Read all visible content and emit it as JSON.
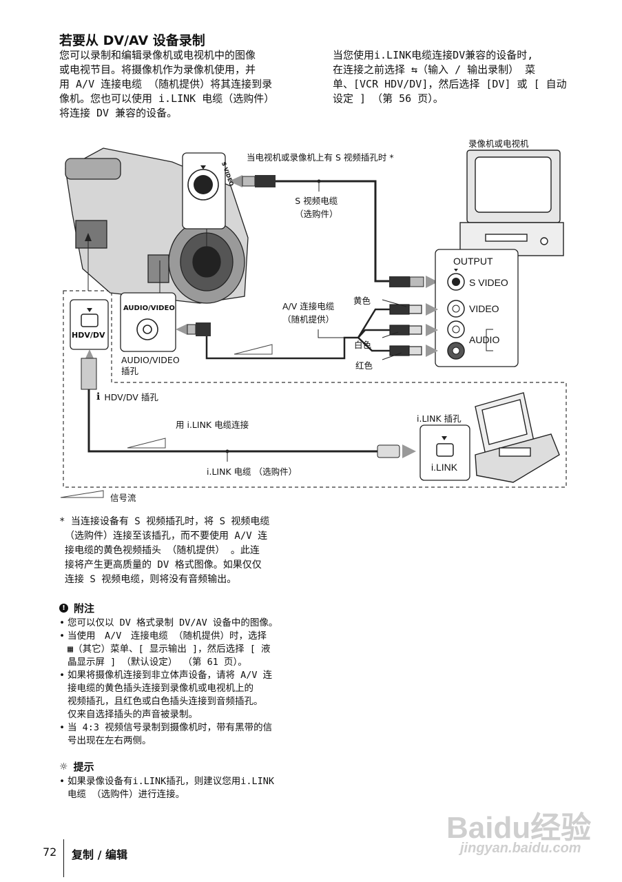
{
  "heading": "若要从 DV/AV 设备录制",
  "intro_left": [
    "您可以录制和编辑录像机或电视机中的图像",
    "或电视节目。将摄像机作为录像机使用，并",
    "用 A/V 连接电缆 （随机提供）将其连接到录",
    "像机。您也可以使用 i.LINK 电缆（选购件）",
    "将连接 DV 兼容的设备。"
  ],
  "intro_right": [
    "当您使用i.LINK电缆连接DV兼容的设备时,",
    "在连接之前选择 ⇆（输入 / 输出录制） 菜",
    "单、[VCR HDV/DV]，然后选择 [DV] 或 [ 自动",
    "设定 ] （第 56 页）。"
  ],
  "diagram": {
    "vcr_tv_label": "录像机或电视机",
    "s_video_note": "当电视机或录像机上有 S 视频插孔时 *",
    "s_video_cable": [
      "S 视频电缆",
      "（选购件）"
    ],
    "s_video_jack": "S VIDEO",
    "av_cable": [
      "A/V 连接电缆",
      "（随机提供）"
    ],
    "yellow": "黄色",
    "white": "白色",
    "red": "红色",
    "output": "OUTPUT",
    "port_s_video": "S VIDEO",
    "port_video": "VIDEO",
    "port_audio": "AUDIO",
    "audio_video_port": "AUDIO/VIDEO",
    "audio_video_jack": [
      "AUDIO/VIDEO",
      "插孔"
    ],
    "hdv_dv_port": "HDV/DV",
    "hdv_dv_jack": "HDV/DV 插孔",
    "ilink_connect": "用 i.LINK 电缆连接",
    "ilink_jack": "i.LINK 插孔",
    "ilink_port": "i.LINK",
    "ilink_cable": "i.LINK 电缆 （选购件）",
    "signal_flow": "信号流"
  },
  "footnote": [
    "* 当连接设备有 S 视频插孔时，将 S 视频电缆",
    "（选购件）连接至该插孔，而不要使用 A/V 连",
    "接电缆的黄色视频插头 （随机提供） 。此连",
    "接将产生更高质量的 DV 格式图像。如果仅仅",
    "连接 S 视频电缆，则将没有音频输出。"
  ],
  "notes_title": "附注",
  "notes": [
    [
      "您可以仅以 DV 格式录制 DV/AV 设备中的图像。"
    ],
    [
      "当使用　A/V　连接电缆 （随机提供）时，选择",
      "▦（其它）菜单、[ 显示输出 ]，然后选择 [ 液",
      "晶显示屏 ] （默认设定） （第 61 页）。"
    ],
    [
      "如果将摄像机连接到非立体声设备，请将 A/V 连",
      "接电缆的黄色插头连接到录像机或电视机上的",
      "视频插孔，且红色或白色插头连接到音频插孔。",
      "仅来自选择插头的声音被录制。"
    ],
    [
      "当 4:3 视频信号录制到摄像机时，带有黑带的信",
      "号出现在左右两侧。"
    ]
  ],
  "tips_title": "提示",
  "tips": [
    [
      "如果录像设备有i.LINK插孔，则建议您用i.LINK",
      "电缆 （选购件）进行连接。"
    ]
  ],
  "page_number": "72",
  "section": "复制 / 编辑",
  "watermark": {
    "brand": "Baidu经验",
    "url": "jingyan.baidu.com"
  }
}
